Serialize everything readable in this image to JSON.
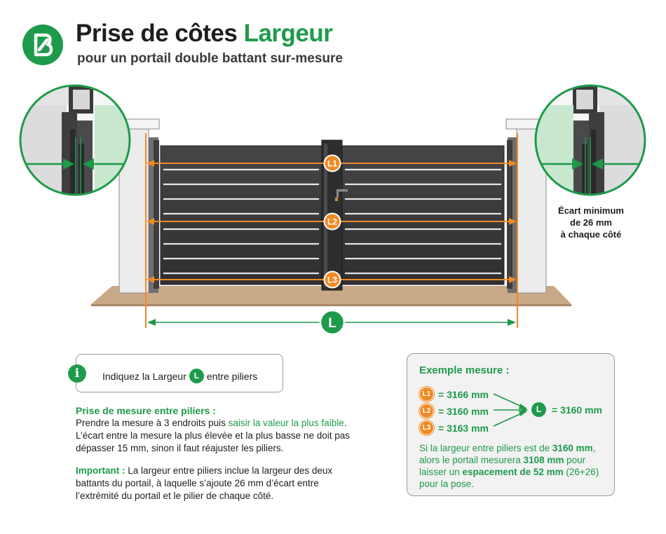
{
  "header": {
    "title_main": "Prise de côtes",
    "title_accent": "Largeur",
    "subtitle": "pour un portail double battant sur-mesure"
  },
  "diagram": {
    "labels": {
      "l1": "L1",
      "l2": "L2",
      "l3": "L3",
      "l": "L"
    },
    "ecart_note": [
      "Écart minimum",
      "de 26 mm",
      "à chaque côté"
    ]
  },
  "info": {
    "icon": "i",
    "text_before": "Indiquez la Largeur",
    "badge": "L",
    "text_after": "entre piliers"
  },
  "mesure": {
    "title": "Prise de mesure entre piliers :",
    "line1_before": "Prendre la mesure à 3 endroits puis ",
    "line1_highlight": "saisir la valeur la plus faible",
    "line1_after": ".",
    "line2": "L’écart entre la mesure la plus élevée et la plus basse ne doit pas dépasser 15 mm, sinon il faut réajuster les piliers."
  },
  "important": {
    "label": "Important :",
    "text": " La largeur entre piliers inclue la largeur des deux battants du portail, à laquelle s’ajoute 26 mm d’écart entre l’extrémité du portail et le pilier de chaque côté."
  },
  "example": {
    "title": "Exemple mesure :",
    "rows": [
      {
        "badge": "L1",
        "value": "= 3166 mm"
      },
      {
        "badge": "L2",
        "value": "= 3160 mm"
      },
      {
        "badge": "L3",
        "value": "= 3163 mm"
      }
    ],
    "result_badge": "L",
    "result_value": "= 3160 mm",
    "note_p1": "Si la largeur entre piliers est de ",
    "note_b1": "3160 mm",
    "note_p2": ", alors le portail mesurera ",
    "note_b2": "3108 mm",
    "note_p3": " pour laisser un ",
    "note_b3": "espacement de 52 mm",
    "note_p4": " (26+26) pour la pose."
  },
  "colors": {
    "green": "#1e9a4b",
    "orange": "#f08a24",
    "gate": "#3b3b3d",
    "ground": "#c9a987"
  }
}
